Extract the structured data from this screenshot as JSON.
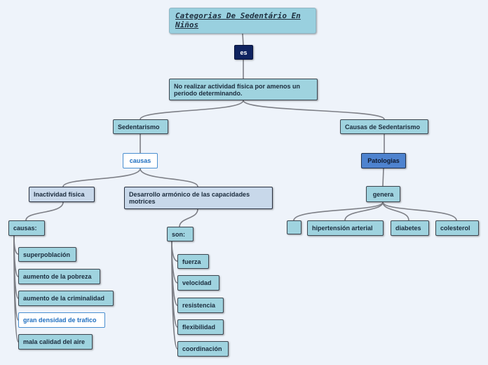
{
  "title": "Categorias De Sedentário En Niños",
  "nodes": {
    "es": "es",
    "definition": "No realizar actividad física por amenos un periodo determinando.",
    "sedentarismo": "Sedentarismo",
    "causas_sedentarismo": "Causas de Sedentarismo",
    "causas": "causas",
    "patologias": "Patologias",
    "inactividad": "Inactividad física",
    "desarrollo": "Desarrollo armónico de las capacidades motrices",
    "genera": "genera",
    "causas_colon": "causas:",
    "son": "son:",
    "empty": "",
    "hipertension": "hipertensión arterial",
    "diabetes": "diabetes",
    "colesterol": "colesterol",
    "superpoblacion": "superpoblación",
    "pobreza": "aumento de la pobreza",
    "criminalidad": "aumento de la criminalidad",
    "trafico": "gran densidad de trafico",
    "aire": "mala calidad del aire",
    "fuerza": "fuerza",
    "velocidad": "velocidad",
    "resistencia": "resistencia",
    "flexibilidad": "flexibilidad",
    "coordinacion": "coordinación"
  },
  "colors": {
    "node_fill": "#9fd3df",
    "dark_node": "#0f2360",
    "blue_node": "#4e83cf",
    "pale_node": "#c8d8ea",
    "outline_text": "#1f6fc0",
    "connector": "#7d7f86",
    "background": "#eef3fa"
  }
}
